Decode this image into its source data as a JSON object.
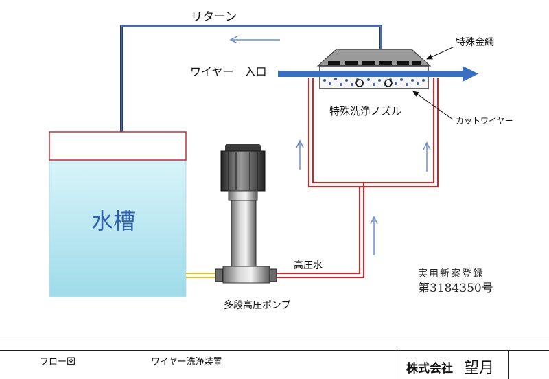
{
  "labels": {
    "return": "リターン",
    "wire_inlet": "ワイヤー　入口",
    "special_mesh": "特殊金網",
    "special_nozzle": "特殊洗浄ノズル",
    "cut_wire": "カットワイヤー",
    "tank": "水槽",
    "high_pressure_water": "高圧水",
    "pump": "多段高圧ポンプ",
    "patent_line1": "実用新案登録",
    "patent_line2": "第3184350号"
  },
  "footer": {
    "flow_chart": "フロー図",
    "device_name": "ワイヤー洗浄装置",
    "company": "株式会社",
    "company_name": "望月"
  },
  "colors": {
    "return_pipe": "#1f3a6e",
    "high_pressure_pipe": "#e02020",
    "suction_pipe": "#e8c020",
    "tank_top": "#c0303a",
    "tank_fill": "#bfe8f2",
    "wire_arrow": "#3a6fc0",
    "flow_arrow": "#6a8fd0",
    "tank_label": "#3060b0"
  }
}
